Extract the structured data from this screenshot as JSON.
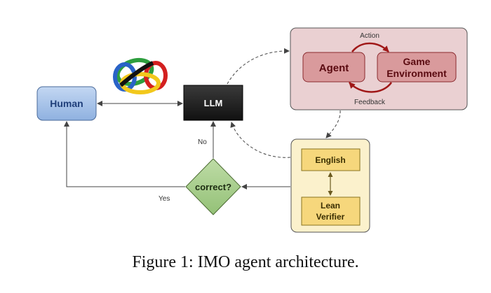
{
  "nodes": {
    "human": "Human",
    "llm": "LLM",
    "agent": "Agent",
    "game_line1": "Game",
    "game_line2": "Environment",
    "english": "English",
    "lean_line1": "Lean",
    "lean_line2": "Verifier",
    "decision": "correct?"
  },
  "edges": {
    "action": "Action",
    "feedback": "Feedback",
    "no": "No",
    "yes": "Yes"
  },
  "caption": "Figure 1: IMO agent architecture.",
  "colors": {
    "human_fill": "#a9c4e8",
    "human_text": "#1f3f7a",
    "llm_fill": "#1e1e1e",
    "env_panel": "#ead0d2",
    "env_box": "#d99a9c",
    "env_arrow": "#a01818",
    "verify_panel": "#fbf1cc",
    "verify_box": "#f6d77c",
    "decision_fill": "#a8d08d",
    "logo_green": "#2e9e3e",
    "logo_blue": "#2a63c7",
    "logo_yellow": "#f2c81c",
    "logo_red": "#d32020",
    "logo_black": "#111111"
  }
}
